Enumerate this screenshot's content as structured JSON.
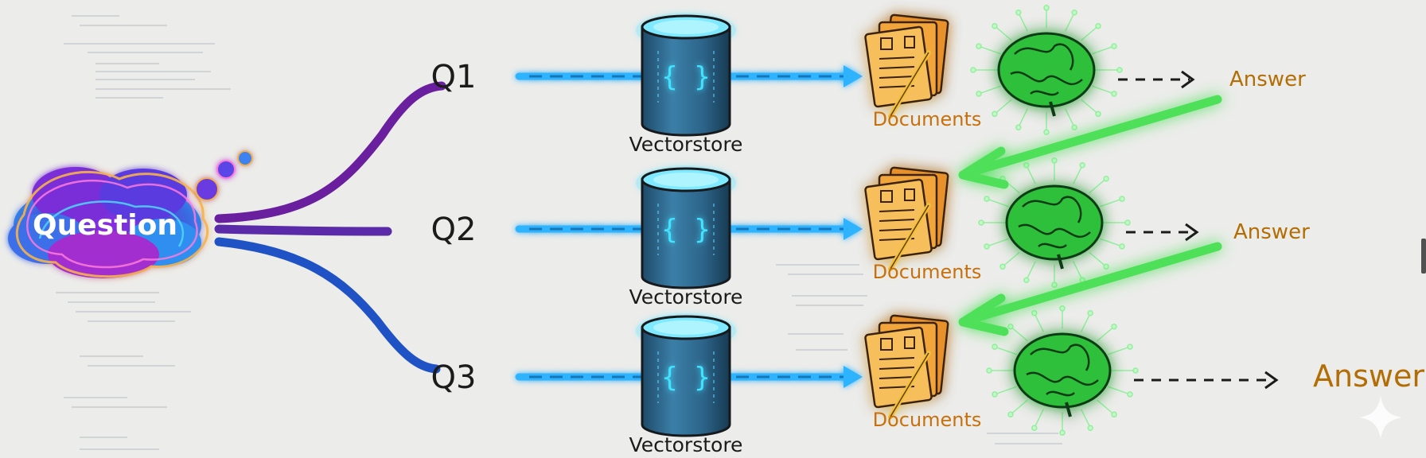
{
  "question": {
    "label": "Question"
  },
  "queries": [
    {
      "label": "Q1",
      "store_label": "Vectorstore",
      "docs_label": "Documents",
      "answer_label": "Answer"
    },
    {
      "label": "Q2",
      "store_label": "Vectorstore",
      "docs_label": "Documents",
      "answer_label": "Answer"
    },
    {
      "label": "Q3",
      "store_label": "Vectorstore",
      "docs_label": "Documents",
      "answer_label": "Answer"
    }
  ],
  "colors": {
    "background": "#ececea",
    "query_branch_1": "#6a1f9e",
    "query_branch_2": "#5a2aa8",
    "query_branch_3": "#1f52c4",
    "flow_arrow": "#2fb4ff",
    "feedback_arrow": "#4fe05a",
    "brain": "#2fbf3a",
    "documents": "#f2a53a",
    "answer_text": "#b36d05",
    "vectorstore": "#2f6a91"
  },
  "icons": {
    "question": "thought-cloud-icon",
    "vectorstore": "database-cylinder-icon",
    "documents": "document-stack-icon",
    "llm": "brain-icon",
    "sparkle": "sparkle-icon"
  }
}
